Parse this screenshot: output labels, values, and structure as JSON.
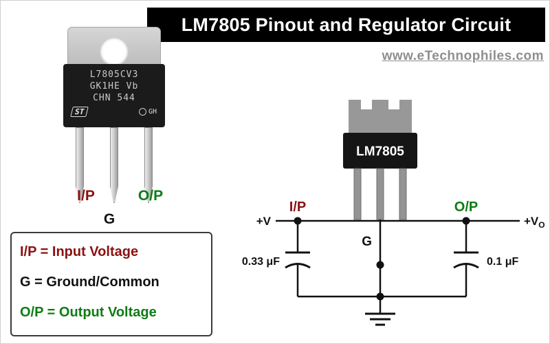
{
  "header": {
    "title": "LM7805 Pinout and Regulator Circuit",
    "website": "www.eTechnophiles.com"
  },
  "package_photo": {
    "marking": [
      "L7805CV3",
      "GK1HE Vb",
      "CHN 544"
    ],
    "logo": "ST",
    "batch": "GH",
    "pin_labels": {
      "input": "I/P",
      "ground": "G",
      "output": "O/P"
    }
  },
  "legend": {
    "items": [
      {
        "text": "I/P = Input Voltage",
        "color": "#8b1010"
      },
      {
        "text": "G = Ground/Common",
        "color": "#111111"
      },
      {
        "text": "O/P = Output Voltage",
        "color": "#0e7c14"
      }
    ]
  },
  "circuit": {
    "chip_label": "LM7805",
    "vin": "+V",
    "vout_base": "+V",
    "vout_sub": "O",
    "input_pin": "I/P",
    "output_pin": "O/P",
    "ground_pin": "G",
    "input_cap": "0.33 μF",
    "output_cap": "0.1 μF"
  },
  "colors": {
    "input_red": "#8b1010",
    "output_green": "#0e7c14",
    "wire": "#111111",
    "title_bg": "#000000",
    "website_gray": "#8e8e8e"
  }
}
